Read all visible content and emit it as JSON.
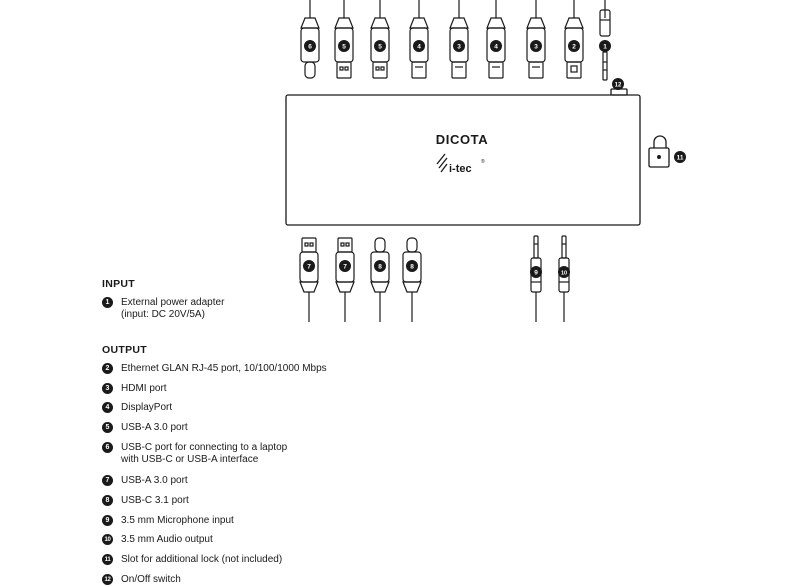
{
  "brand": {
    "name": "DICOTA",
    "sub": "i-tec",
    "reg": "®"
  },
  "sections": {
    "input_title": "INPUT",
    "output_title": "OUTPUT"
  },
  "items": [
    {
      "n": "1",
      "text": "External power adapter\n(input: DC 20V/5A)"
    },
    {
      "n": "2",
      "text": "Ethernet GLAN RJ-45 port, 10/100/1000 Mbps"
    },
    {
      "n": "3",
      "text": "HDMI port"
    },
    {
      "n": "4",
      "text": "DisplayPort"
    },
    {
      "n": "5",
      "text": "USB-A 3.0 port"
    },
    {
      "n": "6",
      "text": "USB-C port for connecting to a laptop\nwith USB-C or USB-A interface"
    },
    {
      "n": "7",
      "text": "USB-A 3.0 port"
    },
    {
      "n": "8",
      "text": "USB-C 3.1 port"
    },
    {
      "n": "9",
      "text": "3.5 mm Microphone input"
    },
    {
      "n": "10",
      "text": "3.5 mm Audio output"
    },
    {
      "n": "11",
      "text": "Slot for additional lock (not included)"
    },
    {
      "n": "12",
      "text": "On/Off switch"
    }
  ],
  "top_connectors": [
    "6",
    "5",
    "5",
    "4",
    "3",
    "4",
    "3",
    "2",
    "1"
  ],
  "bottom_connectors": [
    "7",
    "7",
    "8",
    "8",
    "9",
    "10"
  ],
  "lock_label": "11",
  "switch_label": "12"
}
